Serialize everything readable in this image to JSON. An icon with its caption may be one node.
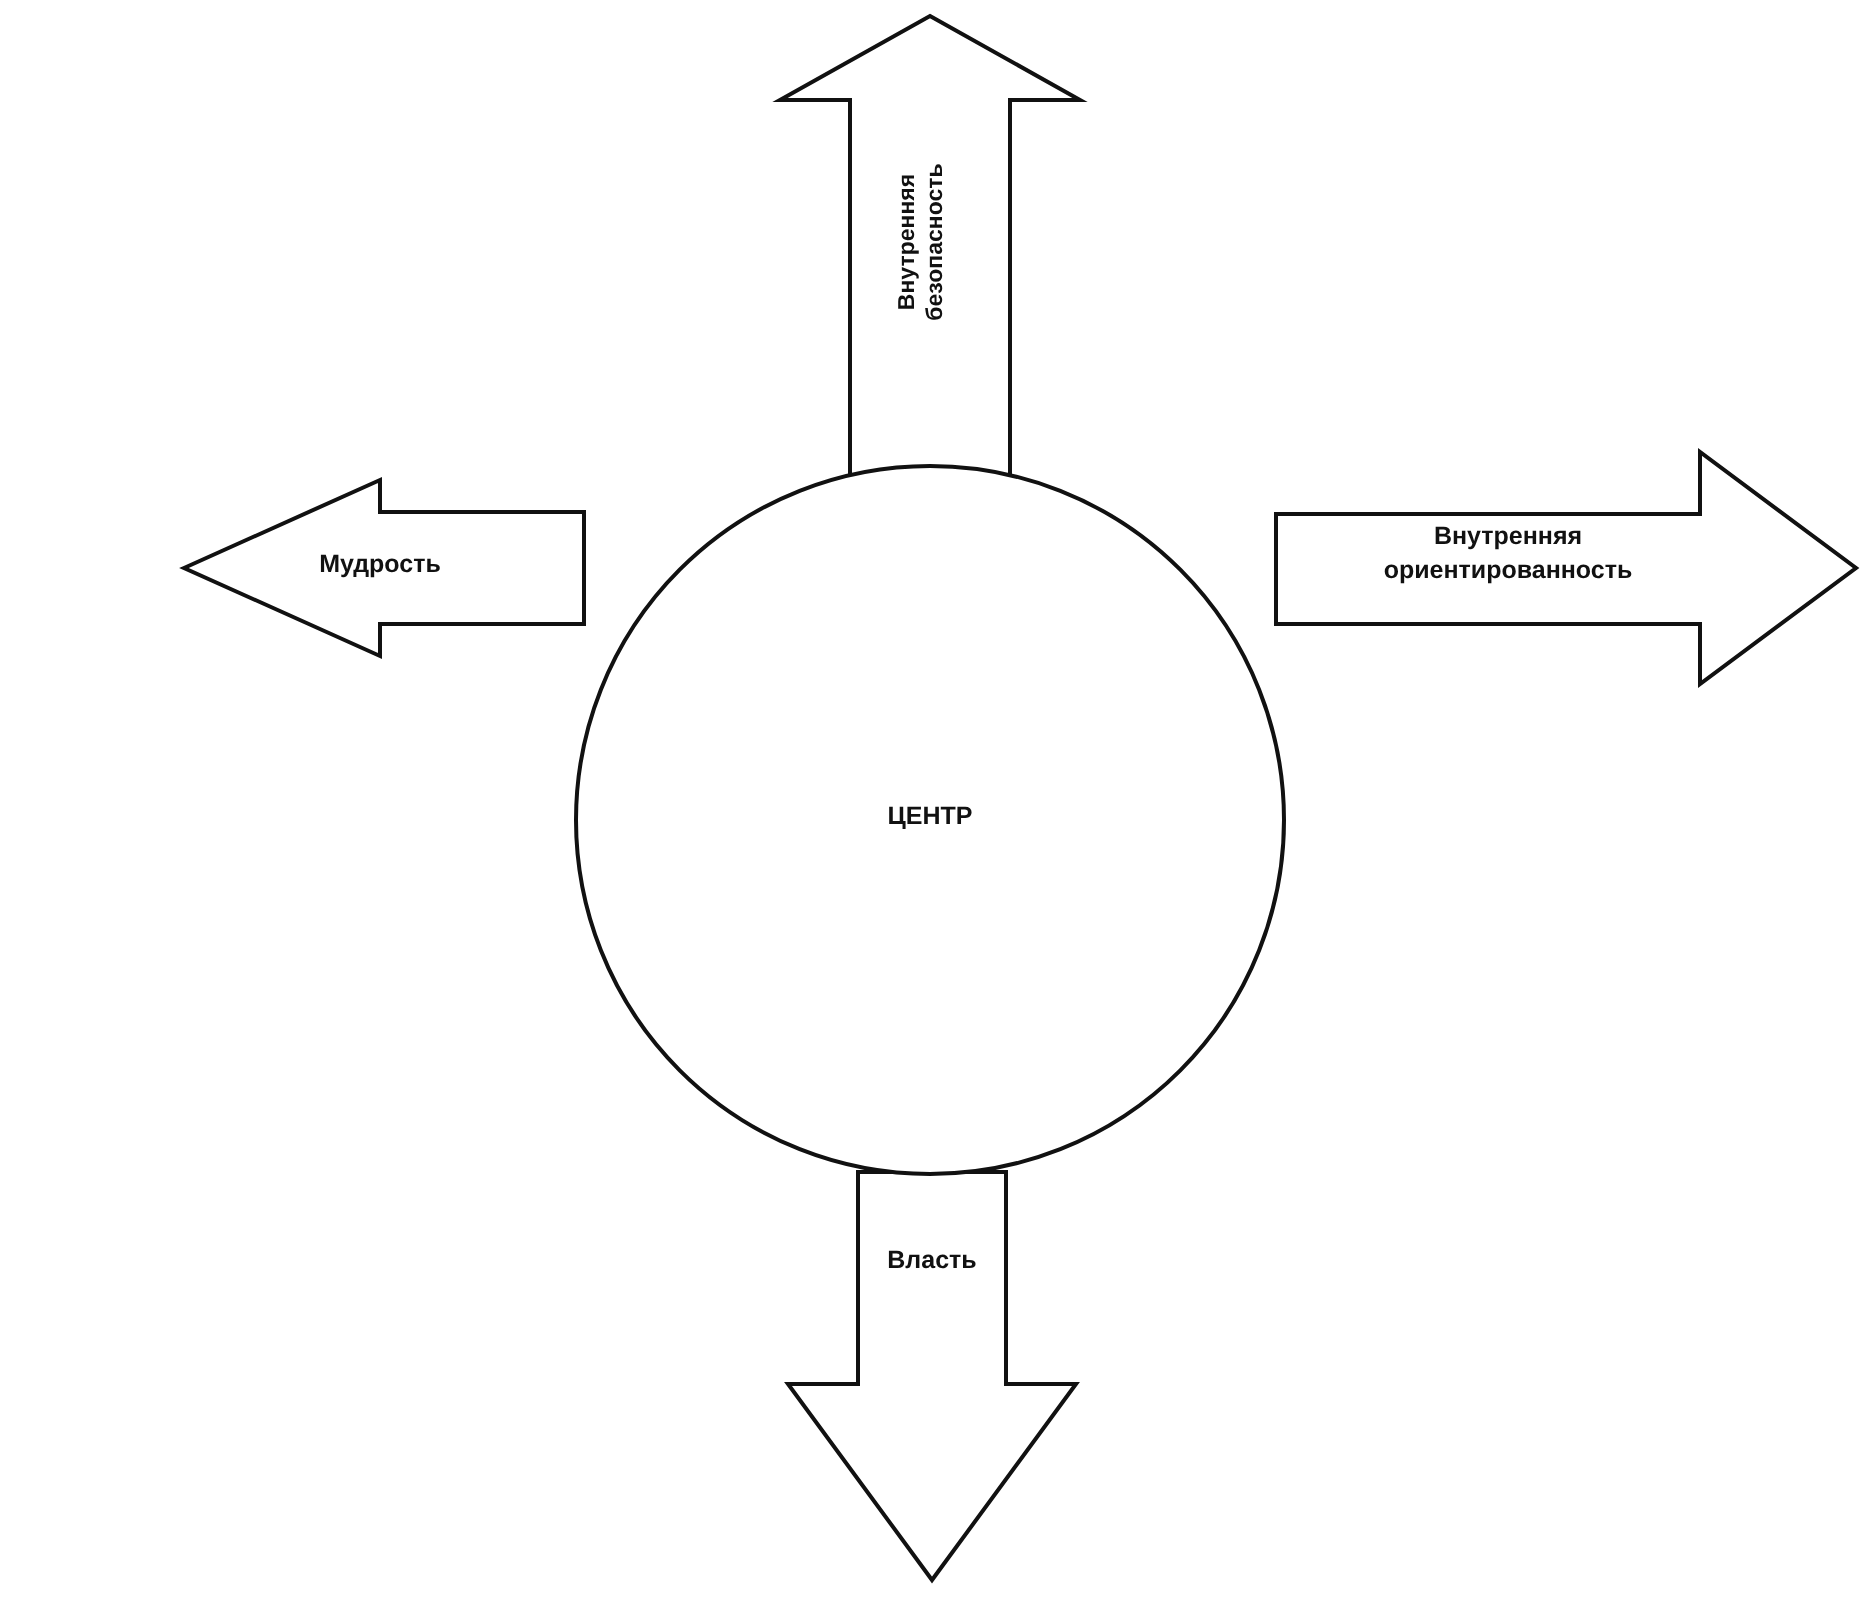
{
  "diagram": {
    "nodes": [
      {
        "text": [
          "ЦЕНТР"
        ]
      },
      {
        "text": [
          "Внутренняя безопасность"
        ]
      },
      {
        "text": [
          "Мудрость"
        ]
      },
      {
        "text": [
          "Внутренняя ориентированность"
        ]
      },
      {
        "text": [
          "Власть"
        ]
      }
    ]
  }
}
